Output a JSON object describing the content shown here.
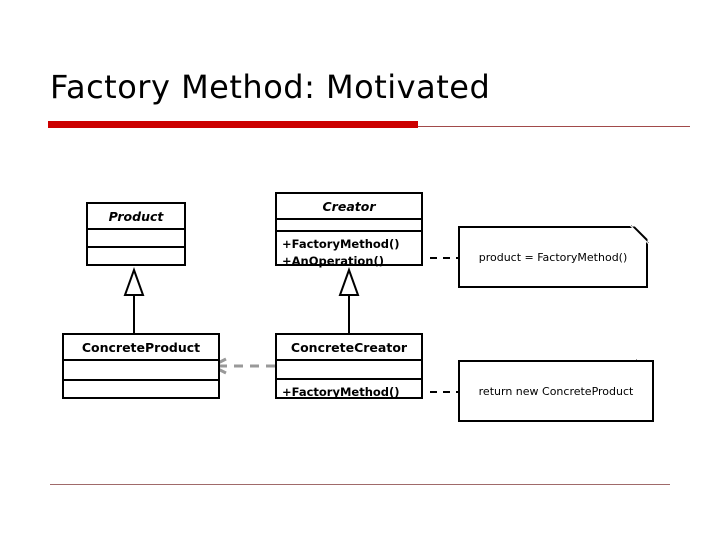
{
  "slide": {
    "title": "Factory Method: Motivated",
    "accent_color": "#cc0000",
    "rule_color": "#a14a4a"
  },
  "diagram": {
    "type": "uml-class-diagram",
    "classes": [
      {
        "id": "product",
        "name": "Product",
        "abstract": true,
        "operations": []
      },
      {
        "id": "creator",
        "name": "Creator",
        "abstract": true,
        "operations": [
          "+FactoryMethod()",
          "+AnOperation()"
        ]
      },
      {
        "id": "concrete-product",
        "name": "ConcreteProduct",
        "abstract": false,
        "operations": []
      },
      {
        "id": "concrete-creator",
        "name": "ConcreteCreator",
        "abstract": false,
        "operations": [
          "+FactoryMethod()"
        ]
      }
    ],
    "notes": [
      {
        "id": "note-an-operation",
        "text": "product = FactoryMethod()"
      },
      {
        "id": "note-factory-method",
        "text": "return new ConcreteProduct"
      }
    ],
    "relations": [
      {
        "from": "concrete-product",
        "to": "product",
        "type": "generalization"
      },
      {
        "from": "concrete-creator",
        "to": "creator",
        "type": "generalization"
      },
      {
        "from": "concrete-creator",
        "to": "concrete-product",
        "type": "dependency"
      }
    ]
  }
}
